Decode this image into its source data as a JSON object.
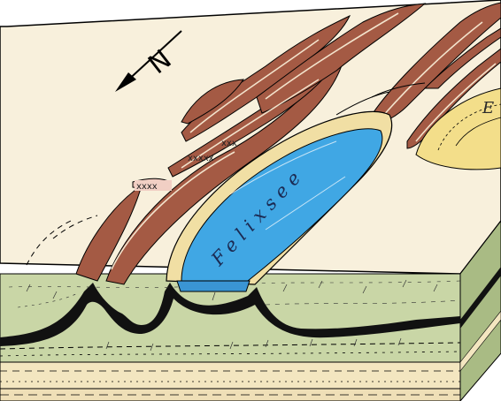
{
  "lake_label": "Felixsee",
  "north_label": "N",
  "partial_label": "E",
  "colors": {
    "surface": "#f8f0dc",
    "outline": "#000000",
    "ridge": "#a45a44",
    "lake": "#40a7e4",
    "lake_rim": "#f1dfa4",
    "section_green": "#c9d6a6",
    "section_green_dark": "#9bb17a",
    "sand": "#f3e6c0",
    "yellow_body": "#f3de8a",
    "black_band": "#111111",
    "side_shadow": "#8ea26a"
  }
}
